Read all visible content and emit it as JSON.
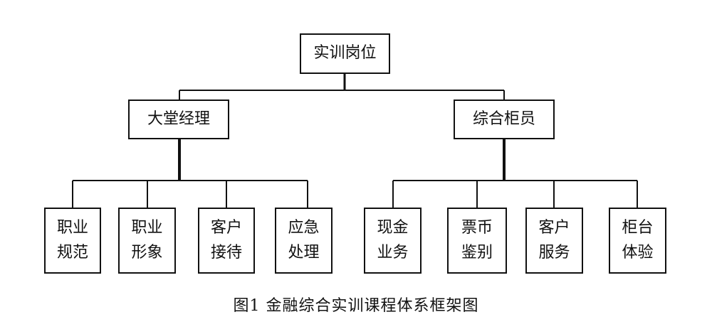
{
  "root": {
    "label": "实训岗位"
  },
  "branches": [
    {
      "label": "大堂经理",
      "children": [
        {
          "line1": "职业",
          "line2": "规范"
        },
        {
          "line1": "职业",
          "line2": "形象"
        },
        {
          "line1": "客户",
          "line2": "接待"
        },
        {
          "line1": "应急",
          "line2": "处理"
        }
      ]
    },
    {
      "label": "综合柜员",
      "children": [
        {
          "line1": "现金",
          "line2": "业务"
        },
        {
          "line1": "票币",
          "line2": "鉴别"
        },
        {
          "line1": "客户",
          "line2": "服务"
        },
        {
          "line1": "柜台",
          "line2": "体验"
        }
      ]
    }
  ],
  "caption": "图1 金融综合实训课程体系框架图"
}
